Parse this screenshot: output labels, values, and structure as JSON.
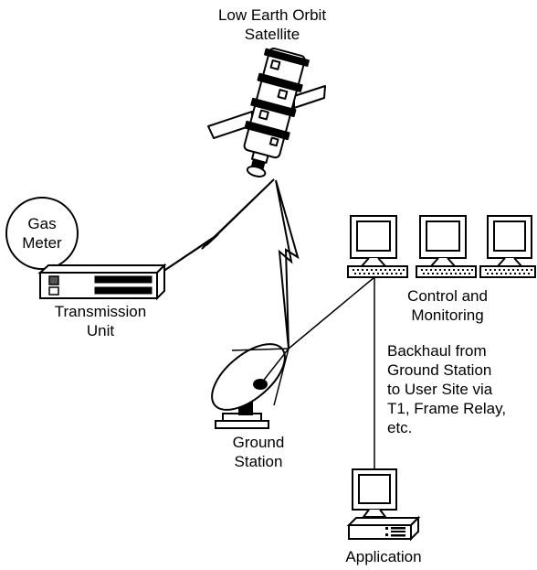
{
  "satellite": {
    "line1": "Low Earth Orbit",
    "line2": "Satellite"
  },
  "gas_meter": {
    "line1": "Gas",
    "line2": "Meter"
  },
  "transmission_unit": {
    "line1": "Transmission",
    "line2": "Unit"
  },
  "ground_station": {
    "line1": "Ground",
    "line2": "Station"
  },
  "control": {
    "line1": "Control and",
    "line2": "Monitoring"
  },
  "backhaul": {
    "line1": "Backhaul from",
    "line2": "Ground Station",
    "line3": "to User Site via",
    "line4": "T1, Frame Relay,",
    "line5": "etc."
  },
  "application": {
    "label": "Application"
  }
}
